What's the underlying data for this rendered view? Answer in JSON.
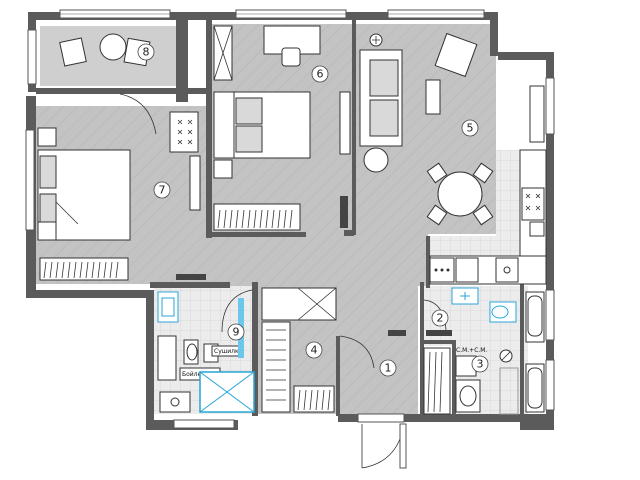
{
  "plan": {
    "rooms": [
      {
        "id": "1",
        "label": "1"
      },
      {
        "id": "2",
        "label": "2"
      },
      {
        "id": "3",
        "label": "3"
      },
      {
        "id": "4",
        "label": "4"
      },
      {
        "id": "5",
        "label": "5"
      },
      {
        "id": "6",
        "label": "6"
      },
      {
        "id": "7",
        "label": "7"
      },
      {
        "id": "8",
        "label": "8"
      },
      {
        "id": "9",
        "label": "9"
      }
    ],
    "labels": {
      "boiler": "Бойлер",
      "dryer": "Сушилка",
      "washer_dryer": "С.М.+С.М."
    },
    "colors": {
      "floor": "#bfbfbf",
      "wall": "#5b5b5b",
      "kitchen_tile": "#e9e9e9",
      "bathroom_tile": "#ececec",
      "plumbing": "#27a6d6"
    }
  }
}
